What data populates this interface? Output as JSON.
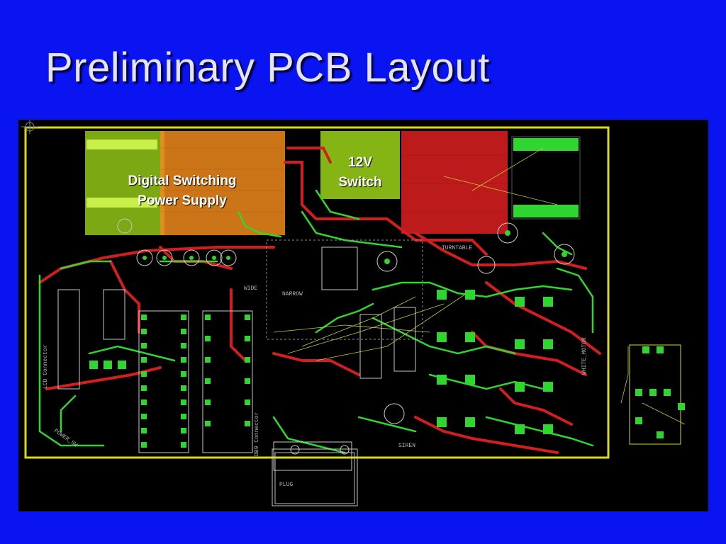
{
  "slide": {
    "title": "Preliminary PCB Layout"
  },
  "callouts": {
    "power_supply": {
      "line1": "Digital Switching",
      "line2": "Power Supply"
    },
    "switch_12v": {
      "line1": "12V",
      "line2": "Switch"
    }
  },
  "board_labels": {
    "turntable": "TURNTABLE",
    "narrow": "NARROW",
    "wide": "WIDE",
    "plug": "PLUG",
    "siren": "SIREN",
    "connector": "DB9 Connector",
    "lcd": "LCD Connector",
    "motor": "WHITE_MOTOR",
    "power": "POWER_SW"
  },
  "colors": {
    "background": "#0a14f0",
    "board": "#000000",
    "trace_green": "#2fd62f",
    "trace_red": "#d21e1e",
    "outline_yellow": "#d8d82a",
    "highlight_orange": "#f08a1c",
    "highlight_green": "#a6e11a"
  }
}
